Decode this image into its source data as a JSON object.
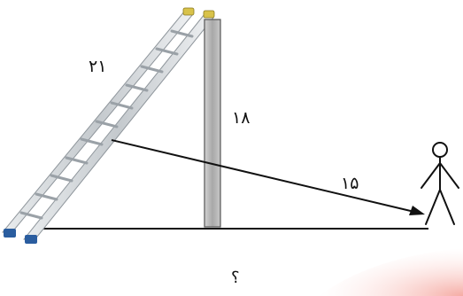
{
  "labels": {
    "ladder_length": "۲۱",
    "wall_height": "۱۸",
    "distance": "۱۵",
    "question": "؟"
  },
  "colors": {
    "ladder_rail": "#cfd3d6",
    "ladder_rail_edge": "#8e959b",
    "ladder_foot": "#2a5d9f",
    "ladder_top_cap": "#d8c24a",
    "wall_fill": "#b5b5b5",
    "wall_edge": "#555555",
    "line": "#111111",
    "corner_accent": "#f7c8c4"
  },
  "icons": {
    "ladder": "ladder-icon",
    "person": "person-stick-figure-icon"
  }
}
